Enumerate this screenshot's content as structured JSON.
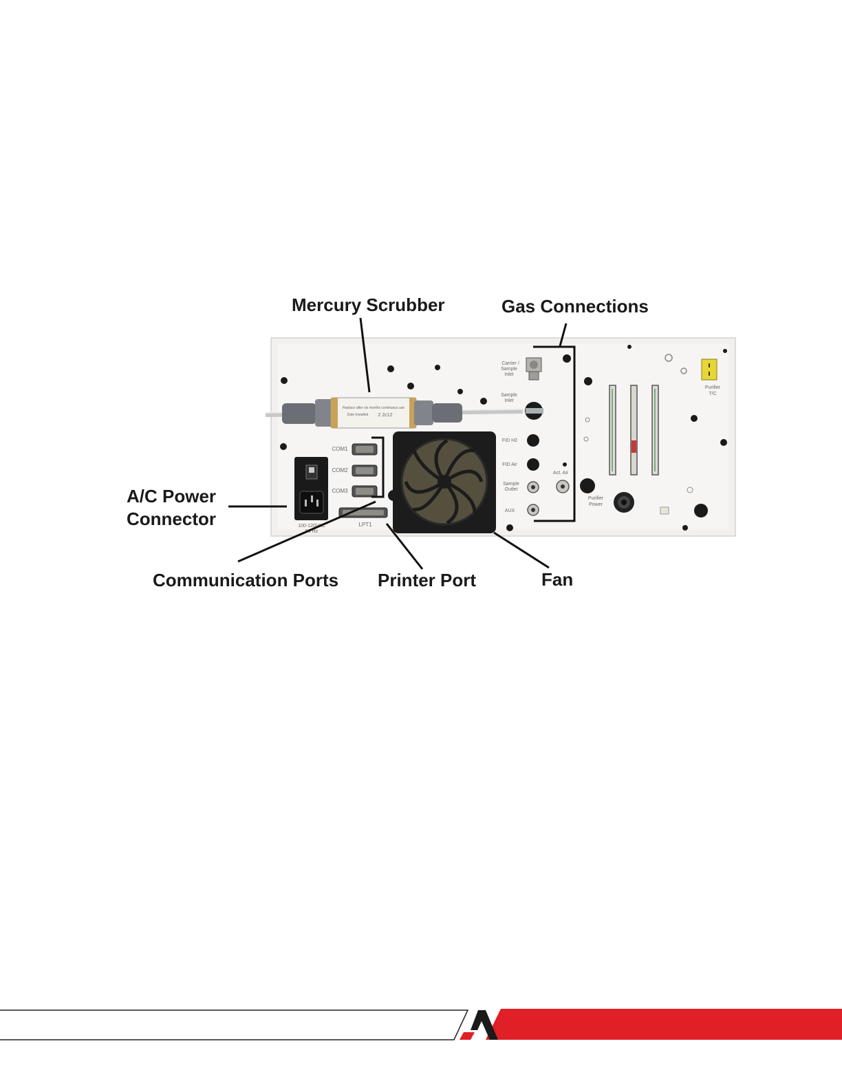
{
  "callouts": {
    "mercury_scrubber": "Mercury Scrubber",
    "gas_connections": "Gas Connections",
    "ac_power_line1": "A/C Power",
    "ac_power_line2": "Connector",
    "communication_ports": "Communication Ports",
    "printer_port": "Printer Port",
    "fan": "Fan"
  },
  "panel_labels": {
    "carrier_sample_inlet": [
      "Carrier /",
      "Sample",
      "Inlet"
    ],
    "sample_inlet": [
      "Sample",
      "Inlet"
    ],
    "fid_h2": "FID H2",
    "fid_air": "FID Air",
    "sample_outlet": [
      "Sample",
      "Outlet"
    ],
    "aux": "AUX",
    "act_air": "Act.   Air",
    "purifier_tc": [
      "Purifier",
      "T/C"
    ],
    "purifier_power": [
      "Purifier",
      "Power"
    ],
    "com1": "COM1",
    "com2": "COM2",
    "com3": "COM3",
    "lpt1": "LPT1",
    "voltage": [
      "100-120VAC",
      "50 Hz"
    ],
    "scrubber_label": [
      "Replace after six months continuous use",
      "Date Installed"
    ],
    "scrubber_date": "2 2c12"
  },
  "colors": {
    "brand_red": "#e01f26",
    "panel": "#f1f0ee",
    "callout_line": "#111111"
  }
}
